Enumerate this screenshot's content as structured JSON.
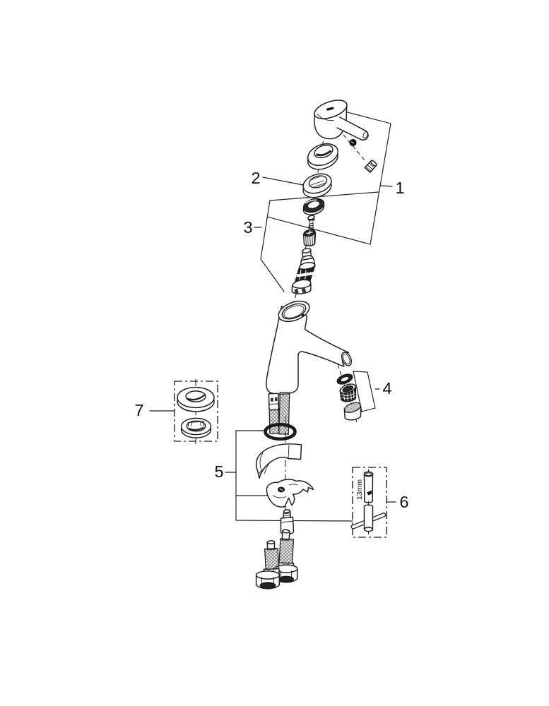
{
  "diagram": {
    "background": "#ffffff",
    "line_color": "#1a1a1a",
    "callouts": [
      {
        "label": "1"
      },
      {
        "label": "2"
      },
      {
        "label": "3"
      },
      {
        "label": "4"
      },
      {
        "label": "5"
      },
      {
        "label": "6"
      },
      {
        "label": "7"
      }
    ],
    "tool_size_marking": "13mm"
  }
}
